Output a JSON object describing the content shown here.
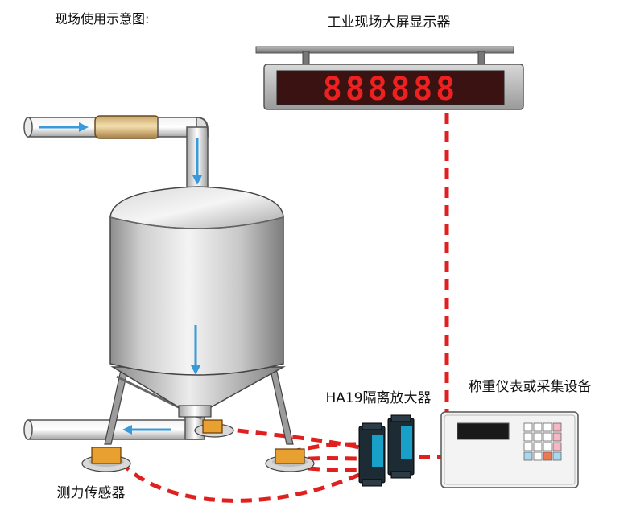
{
  "labels": {
    "site_diagram": "现场使用示意图:",
    "display": "工业现场大屏显示器",
    "amplifier": "HA19隔离放大器",
    "instrument": "称重仪表或采集设备",
    "load_cell": "测力传感器"
  },
  "display_readout": "888888",
  "colors": {
    "signal_line": "#e0201e",
    "display_digit": "#ee2020",
    "flow_arrow": "#3a9ad9",
    "amplifier_body": "#1d2b35",
    "amplifier_accent": "#19a0c8",
    "load_cell": "#e8a030",
    "keypad_orange": "#f07850",
    "keypad_pink": "#f6b7c4",
    "keypad_blue": "#a8d8ee"
  }
}
